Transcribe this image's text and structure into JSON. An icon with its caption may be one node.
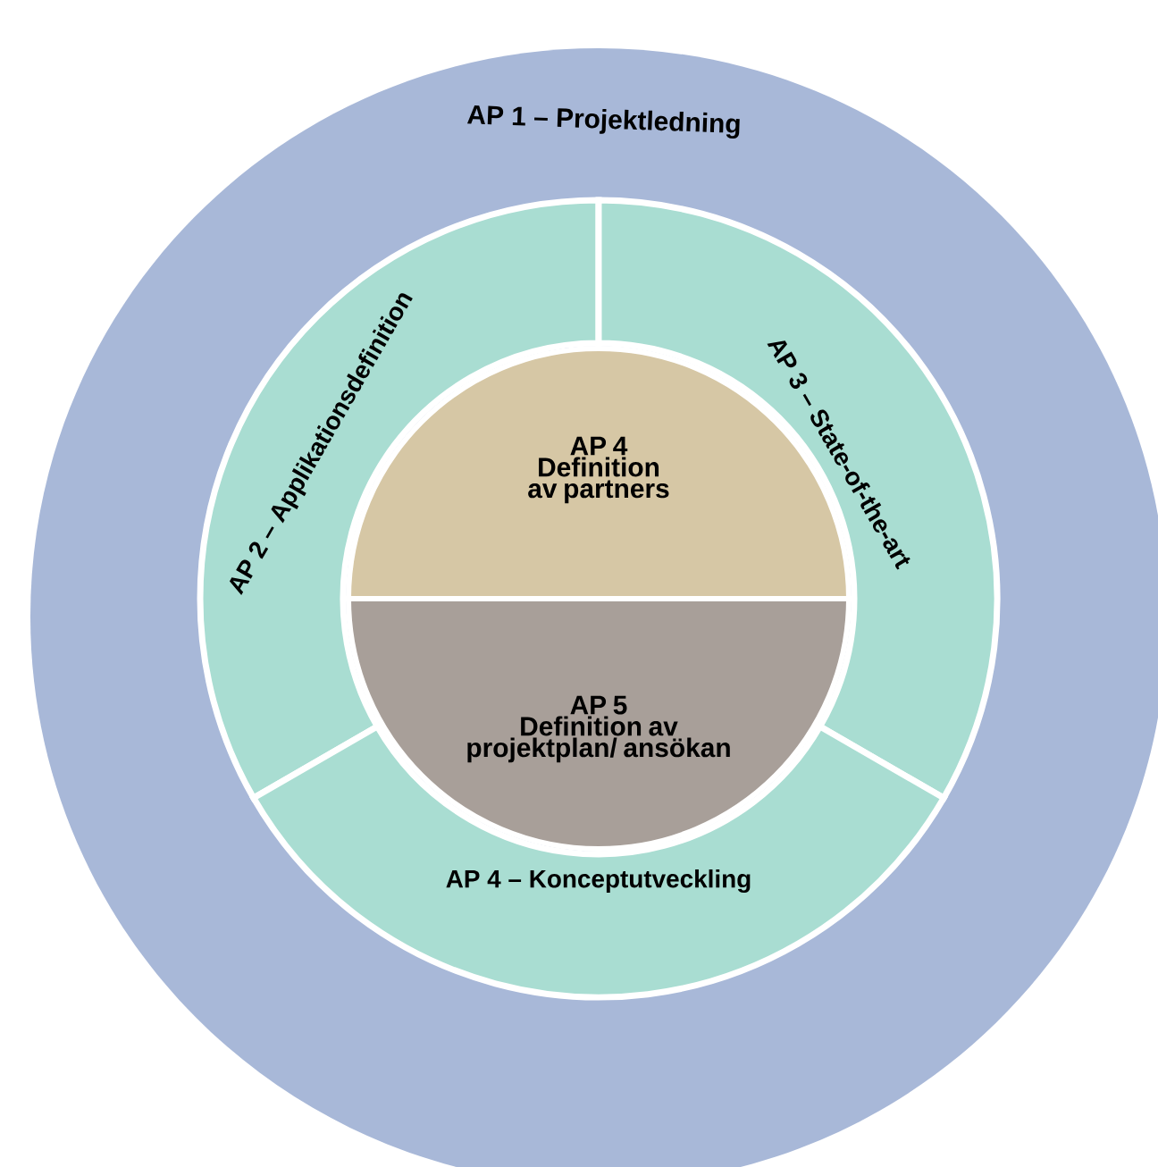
{
  "diagram": {
    "nodes": [
      {
        "text": [
          "AP 1 – Projektledning"
        ]
      },
      {
        "text": [
          "AP 2 – Applikationsdefinition"
        ],
        "in": 0
      },
      {
        "text": [
          "AP 3 – State-of-the-art"
        ],
        "in": 0
      },
      {
        "text": [
          "AP 4 – Konceptutveckling"
        ],
        "in": 0
      },
      {
        "text": [
          "AP 4",
          "Definition av partners"
        ],
        "in": 0
      },
      {
        "text": [
          "AP 5",
          "Definition av projektplan/ ansökan"
        ],
        "in": 0
      }
    ]
  }
}
